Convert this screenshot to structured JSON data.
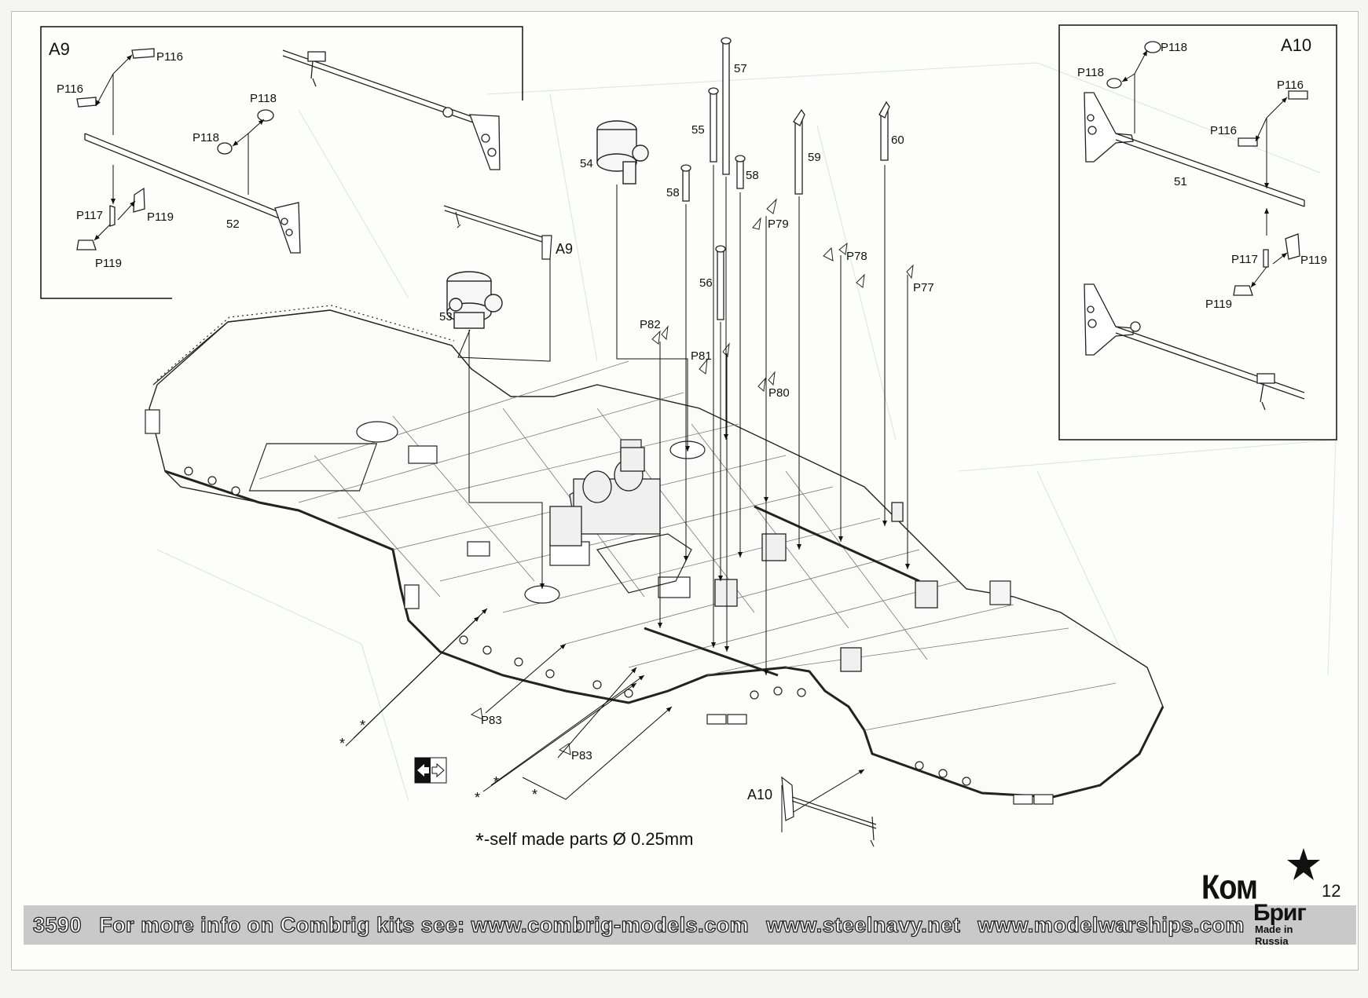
{
  "labels": {
    "a9_box_title": "A9",
    "a10_box_title": "A10",
    "a9_pointer": "A9",
    "a10_pointer": "A10",
    "parts": {
      "p57": "57",
      "p55": "55",
      "p54": "54",
      "p59": "59",
      "p60": "60",
      "p58a": "58",
      "p58b": "58",
      "p56": "56",
      "p53": "53",
      "p52": "52",
      "p51": "51",
      "P79": "P79",
      "P78": "P78",
      "P77": "P77",
      "P82": "P82",
      "P81": "P81",
      "P80": "P80",
      "P83a": "P83",
      "P83b": "P83",
      "a9_P116a": "P116",
      "a9_P116b": "P116",
      "a9_P118a": "P118",
      "a9_P118b": "P118",
      "a9_P117": "P117",
      "a9_P119a": "P119",
      "a9_P119b": "P119",
      "a10_P118a": "P118",
      "a10_P118b": "P118",
      "a10_P116a": "P116",
      "a10_P116b": "P116",
      "a10_P117": "P117",
      "a10_P119a": "P119",
      "a10_P119b": "P119"
    }
  },
  "note": {
    "star": "*",
    "text": "-self made parts Ø 0.25mm"
  },
  "footer": {
    "kit_number": "3590",
    "info_text": "For more info on Combrig kits see: www.combrig-models.com",
    "site2": "www.steelnavy.net",
    "site3": "www.modelwarships.com"
  },
  "logo": {
    "line1": "Ком",
    "line2": "Бриг",
    "made_in": "Made in Russia"
  },
  "page_number": "12"
}
